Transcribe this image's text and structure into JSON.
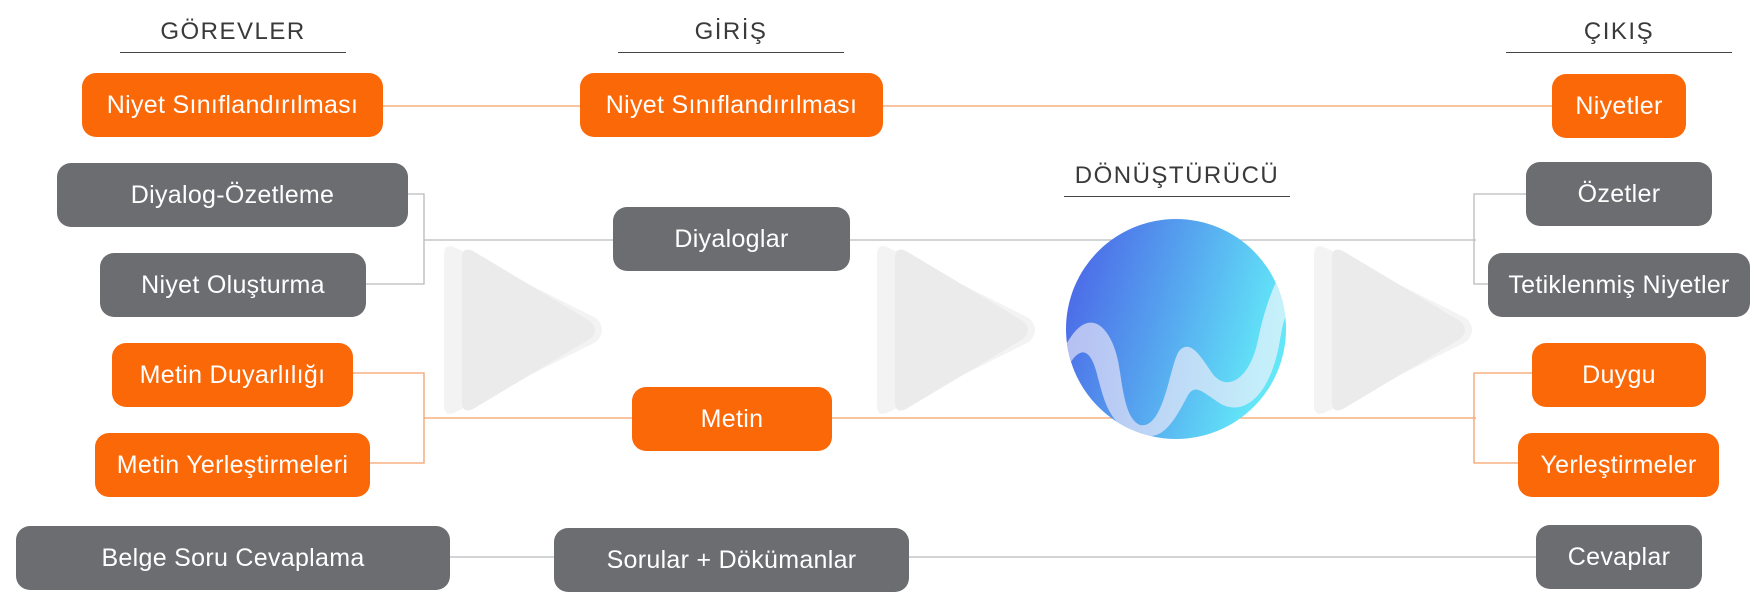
{
  "headers": {
    "tasks": "GÖREVLER",
    "input": "GİRİŞ",
    "transformer": "DÖNÜŞTÜRÜCÜ",
    "output": "ÇIKIŞ"
  },
  "tasks": [
    {
      "label": "Niyet Sınıflandırılması",
      "category": "orange"
    },
    {
      "label": "Diyalog-Özetleme",
      "category": "gray"
    },
    {
      "label": "Niyet Oluşturma",
      "category": "gray"
    },
    {
      "label": "Metin Duyarlılığı",
      "category": "orange"
    },
    {
      "label": "Metin Yerleştirmeleri",
      "category": "orange"
    },
    {
      "label": "Belge Soru Cevaplama",
      "category": "gray"
    }
  ],
  "inputs": [
    {
      "label": "Niyet Sınıflandırılması",
      "category": "orange"
    },
    {
      "label": "Diyaloglar",
      "category": "gray"
    },
    {
      "label": "Metin",
      "category": "orange"
    },
    {
      "label": "Sorular + Dökümanlar",
      "category": "gray"
    }
  ],
  "outputs": [
    {
      "label": "Niyetler",
      "category": "orange"
    },
    {
      "label": "Özetler",
      "category": "gray"
    },
    {
      "label": "Tetiklenmiş Niyetler",
      "category": "gray"
    },
    {
      "label": "Duygu",
      "category": "orange"
    },
    {
      "label": "Yerleştirmeler",
      "category": "orange"
    },
    {
      "label": "Cevaplar",
      "category": "gray"
    }
  ],
  "colors": {
    "orange": "#fb6808",
    "gray": "#6c6d70",
    "line_orange": "#f5a06a",
    "line_gray": "#b9babc",
    "arrow": "#eeeeee",
    "logo_start": "#4a5ee6",
    "logo_end": "#62e6f8"
  },
  "icons": [
    "flow-arrow-icon",
    "transformer-logo-icon"
  ]
}
